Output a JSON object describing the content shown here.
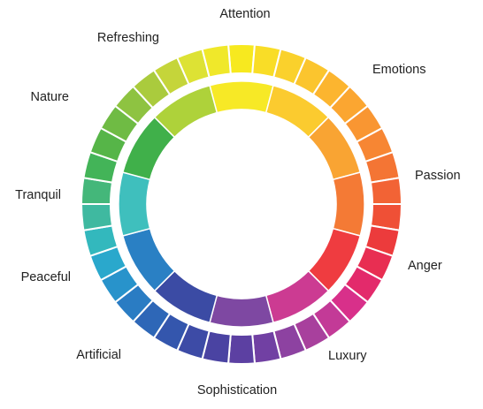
{
  "labels": {
    "attention": "Attention",
    "emotions": "Emotions",
    "passion": "Passion",
    "anger": "Anger",
    "luxury": "Luxury",
    "sophistication": "Sophistication",
    "artificial": "Artificial",
    "peaceful": "Peaceful",
    "tranquil": "Tranquil",
    "nature": "Nature",
    "refreshing": "Refreshing"
  },
  "outer_ring_colors": [
    "#f7e91f",
    "#f9dd27",
    "#fad12c",
    "#fbc52e",
    "#fcb52f",
    "#fba631",
    "#f99632",
    "#f78633",
    "#f47534",
    "#f26335",
    "#ef5036",
    "#ec3b3c",
    "#e82e52",
    "#e32a6b",
    "#d8308a",
    "#c33a97",
    "#a8409d",
    "#8d42a1",
    "#7140a3",
    "#5c40a2",
    "#4a43a2",
    "#3d4ba6",
    "#3456ad",
    "#2e67b7",
    "#2a7cc3",
    "#2893cb",
    "#2aa8cc",
    "#33b8bd",
    "#3fb9a0",
    "#44b77a",
    "#43b458",
    "#56b548",
    "#6fbb44",
    "#8ec341",
    "#aacb3d",
    "#c5d53a",
    "#dde234",
    "#f0e82a"
  ],
  "inner_ring_colors": [
    "#f7e926",
    "#fbcb2f",
    "#f9a433",
    "#f47a35",
    "#ef3c40",
    "#cc3b92",
    "#7e48a2",
    "#3b4ba4",
    "#2a80c4",
    "#3fbfbd",
    "#40b04a",
    "#aed23a"
  ]
}
